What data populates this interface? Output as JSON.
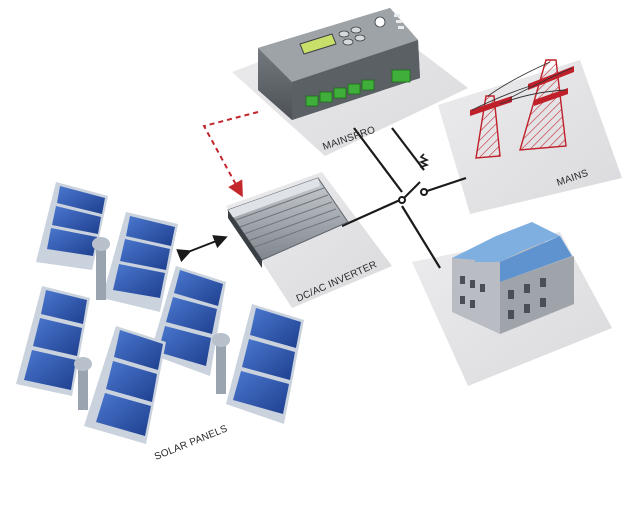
{
  "labels": {
    "mainspro": "MAINSPRO",
    "mains": "MAINS",
    "inverter": "DC/AC INVERTER",
    "solar": "SOLAR PANELS"
  },
  "colors": {
    "platform": "#e4e4e6",
    "panel_cell": "#2f55a8",
    "panel_frame": "#c9d2dd",
    "inverter_body": "#9aa0a7",
    "controller_body": "#6f7479",
    "terminal_green": "#3fae3a",
    "lcd": "#c8df6a",
    "pylon": "#c0202a",
    "house_wall": "#b9bcc2",
    "house_roof": "#7faee0",
    "signal_dashed": "#c3262b",
    "wire": "#1a1a1a"
  },
  "icons": {
    "switch": "switch-open-icon",
    "resistor": "resistor-icon",
    "arrow": "bidirectional-arrow-icon"
  }
}
